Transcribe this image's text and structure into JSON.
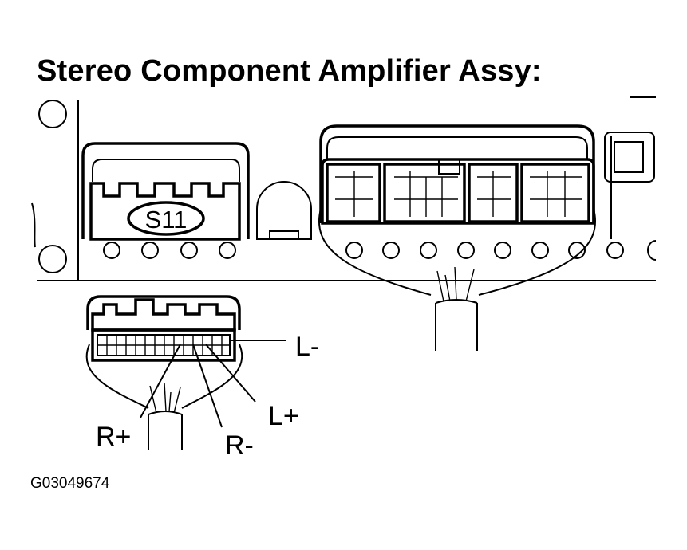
{
  "title": "Stereo Component Amplifier Assy:",
  "figure_id": "G03049674",
  "connector_label": "S11",
  "pin_labels": {
    "l_minus": "L-",
    "l_plus": "L+",
    "r_plus": "R+",
    "r_minus": "R-"
  },
  "colors": {
    "line": "#000000",
    "background": "#ffffff"
  }
}
